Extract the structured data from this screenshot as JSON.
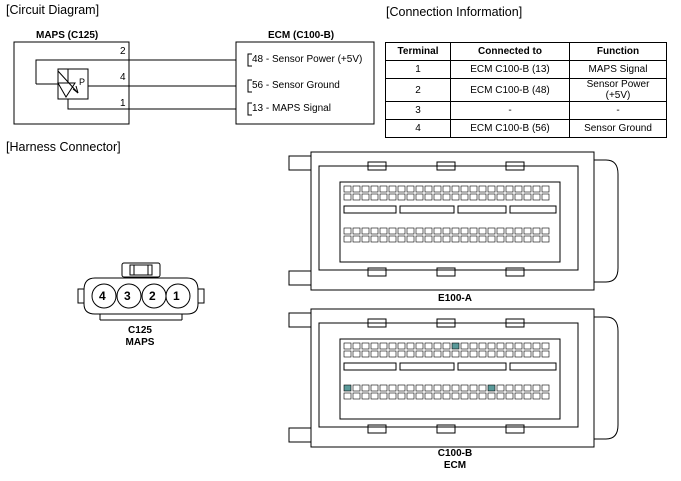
{
  "circuit": {
    "title": "[Circuit Diagram]",
    "maps_label": "MAPS (C125)",
    "ecm_label": "ECM (C100-B)",
    "sensor_symbol": "P",
    "left_pins": [
      "2",
      "4",
      "1"
    ],
    "ecm_pins": [
      {
        "pin": "48",
        "label": "48 - Sensor Power (+5V)"
      },
      {
        "pin": "56",
        "label": "56 - Sensor Ground"
      },
      {
        "pin": "13",
        "label": "13 - MAPS Signal"
      }
    ]
  },
  "connection": {
    "title": "[Connection Information]",
    "headers": [
      "Terminal",
      "Connected to",
      "Function"
    ],
    "rows": [
      [
        "1",
        "ECM C100-B (13)",
        "MAPS Signal"
      ],
      [
        "2",
        "ECM C100-B (48)",
        "Sensor Power (+5V)"
      ],
      [
        "3",
        "-",
        "-"
      ],
      [
        "4",
        "ECM C100-B (56)",
        "Sensor Ground"
      ]
    ]
  },
  "harness": {
    "title": "[Harness Connector]",
    "maps_connector": {
      "pins": [
        "4",
        "3",
        "2",
        "1"
      ],
      "name": "C125",
      "desc": "MAPS"
    },
    "ecm_a": {
      "name": "E100-A"
    },
    "ecm_b": {
      "name": "C100-B",
      "desc": "ECM"
    }
  },
  "colors": {
    "line": "#000000",
    "pin_highlight": "#5a9a9a",
    "pin_fill": "#ffffff"
  }
}
